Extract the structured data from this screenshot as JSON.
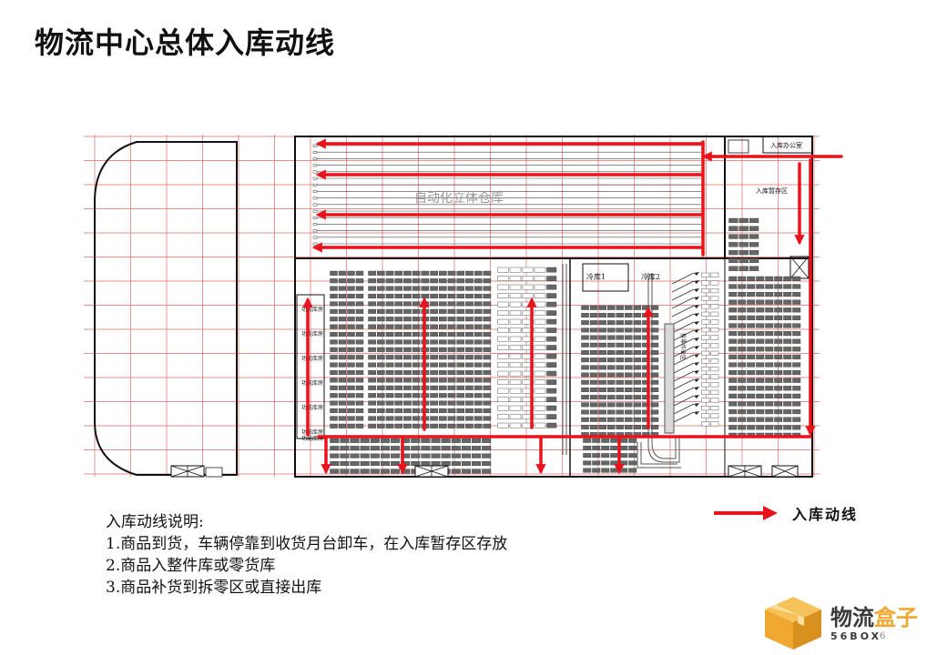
{
  "slide": {
    "title": "物流中心总体入库动线",
    "page_number": "6"
  },
  "plan": {
    "area_labels": {
      "asrs": "自动化立体仓库",
      "inbound_office": "入库办公室",
      "inbound_staging": "入库暂存区",
      "cold_store_1": "冷库1",
      "cold_store_2": "冷库2",
      "picking_area": "拆零作业区"
    },
    "small_room_labels": [
      "功能库房",
      "功能库房",
      "功能库房",
      "功能库房",
      "功能库房",
      "功能库房"
    ],
    "small_room_bottom_label": "功能库房"
  },
  "legend": {
    "label": "入库动线"
  },
  "notes": {
    "heading": "入库动线说明:",
    "items": [
      "1.商品到货，车辆停靠到收货月台卸车，在入库暂存区存放",
      "2.商品入整件库或零货库",
      "3.商品补货到拆零区或直接出库"
    ]
  },
  "logo": {
    "cn_part1": "物流",
    "cn_part2": "盒子",
    "en": "56BOX"
  },
  "colors": {
    "flow_arrow": "#e8141c",
    "grid_line": "#e06a6a",
    "wall": "#111111",
    "logo_accent": "#f0a830",
    "logo_gray": "#3a3a3a"
  }
}
